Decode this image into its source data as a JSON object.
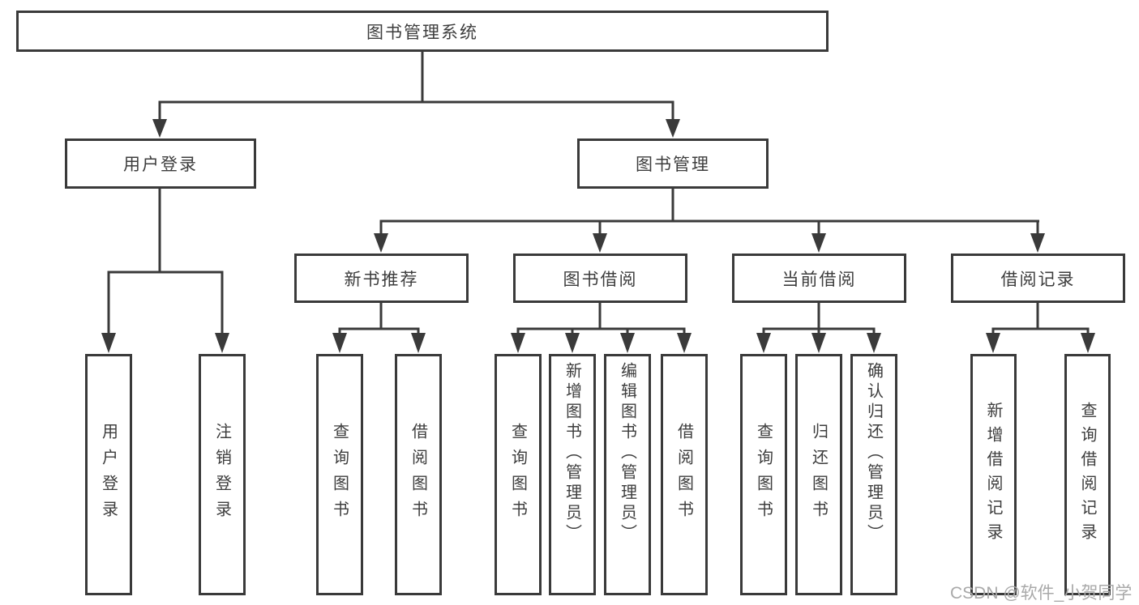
{
  "diagram": {
    "title_node": {
      "label": "图书管理系统"
    },
    "level2": [
      {
        "label": "用户登录"
      },
      {
        "label": "图书管理"
      }
    ],
    "level3": [
      {
        "label": "新书推荐"
      },
      {
        "label": "图书借阅"
      },
      {
        "label": "当前借阅"
      },
      {
        "label": "借阅记录"
      }
    ],
    "leaves": [
      {
        "label": "用户登录"
      },
      {
        "label": "注销登录"
      },
      {
        "label": "查询图书"
      },
      {
        "label": "借阅图书"
      },
      {
        "label": "查询图书"
      },
      {
        "label": "新增图书（管理员）"
      },
      {
        "label": "编辑图书（管理员）"
      },
      {
        "label": "借阅图书"
      },
      {
        "label": "查询图书"
      },
      {
        "label": "归还图书"
      },
      {
        "label": "确认归还（管理员）"
      },
      {
        "label": "新增借阅记录"
      },
      {
        "label": "查询借阅记录"
      }
    ],
    "watermark": "CSDN @软件_小贺同学",
    "colors": {
      "line": "#3a3a3a",
      "box_border": "#3a3a3a",
      "text": "#3d3d3d",
      "watermark": "#a9a9a9",
      "background": "#ffffff"
    }
  }
}
